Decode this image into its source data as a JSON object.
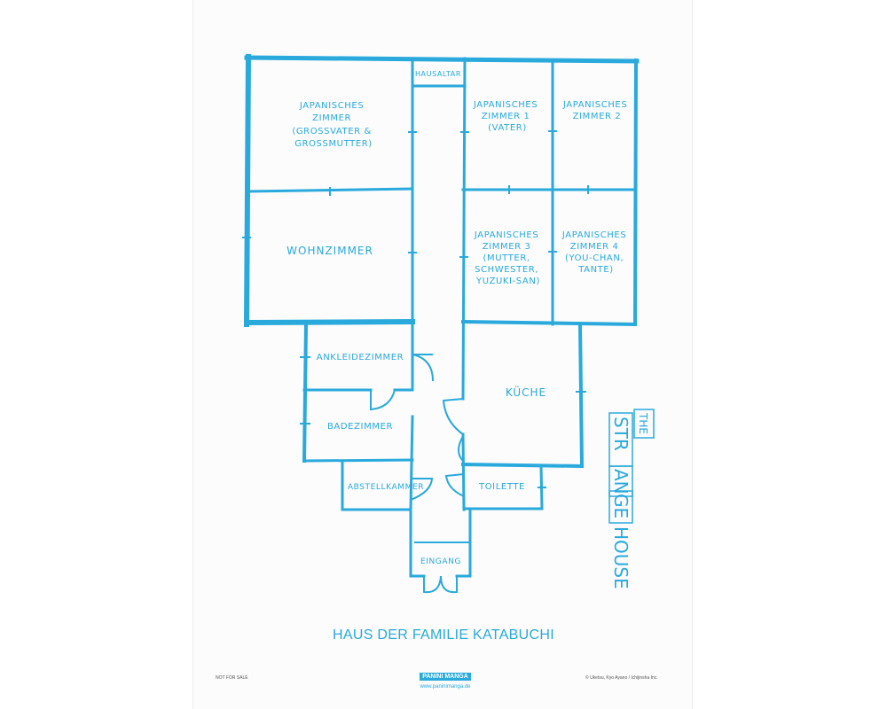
{
  "rooms": {
    "jz_grosseltern": [
      "JAPANISCHES",
      "ZIMMER",
      "(GROSSVATER &",
      "GROSSMUTTER)"
    ],
    "hausaltar": [
      "HAUSALTAR"
    ],
    "jz1": [
      "JAPANISCHES",
      "ZIMMER 1",
      "(VATER)"
    ],
    "jz2": [
      "JAPANISCHES",
      "ZIMMER 2"
    ],
    "wohnzimmer": [
      "WOHNZIMMER"
    ],
    "jz3": [
      "JAPANISCHES",
      "ZIMMER 3",
      "(MUTTER,",
      "SCHWESTER,",
      "YUZUKI-SAN)"
    ],
    "jz4": [
      "JAPANISCHES",
      "ZIMMER 4",
      "(YOU-CHAN,",
      "TANTE)"
    ],
    "ankleidezimmer": [
      "ANKLEIDEZIMMER"
    ],
    "kueche": [
      "KÜCHE"
    ],
    "badezimmer": [
      "BADEZIMMER"
    ],
    "abstellkammer": [
      "ABSTELLKAMMER"
    ],
    "toilette": [
      "TOILETTE"
    ],
    "eingang": [
      "EINGANG"
    ]
  },
  "logo": {
    "the": "THE",
    "str": "STR",
    "an": "AN",
    "ge": "GE",
    "house": "HOUSE"
  },
  "title": "HAUS DER FAMILIE KATABUCHI",
  "footer": {
    "left": "NOT FOR SALE",
    "publisher_logo": "PANINI MANGA",
    "publisher_url": "www.paninimanga.de",
    "right": "© Uketsu, Kyo Ayano / Ichijinsha Inc."
  },
  "colors": {
    "ink": "#29a9dc",
    "paper": "#fcfcfc"
  }
}
